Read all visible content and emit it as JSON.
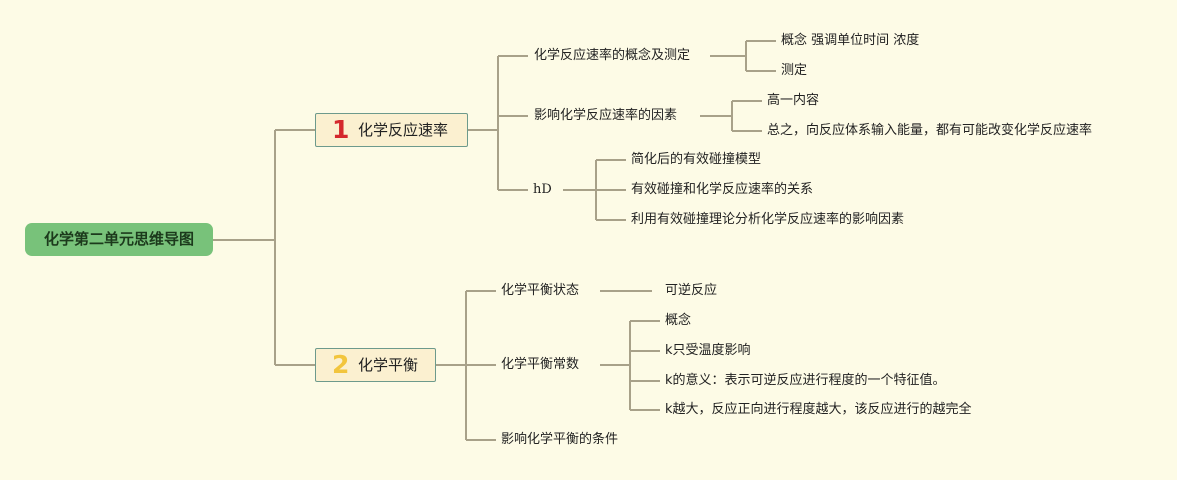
{
  "root": {
    "title": "化学第二单元思维导图"
  },
  "branch1": {
    "number": "1",
    "title": "化学反应速率",
    "number_color": "#d4282d",
    "children": [
      {
        "label": "化学反应速率的概念及测定",
        "items": [
          "概念 强调单位时间 浓度",
          "测定"
        ]
      },
      {
        "label": "影响化学反应速率的因素",
        "items": [
          "高一内容",
          "总之，向反应体系输入能量，都有可能改变化学反应速率"
        ]
      },
      {
        "label": "hD",
        "items": [
          "简化后的有效碰撞模型",
          "有效碰撞和化学反应速率的关系",
          "利用有效碰撞理论分析化学反应速率的影响因素"
        ]
      }
    ]
  },
  "branch2": {
    "number": "2",
    "title": "化学平衡",
    "number_color": "#f2c53d",
    "children": [
      {
        "label": "化学平衡状态",
        "items": [
          "可逆反应"
        ]
      },
      {
        "label": "化学平衡常数",
        "items": [
          "概念",
          "k只受温度影响",
          "k的意义：表示可逆反应进行程度的一个特征值。",
          "k越大，反应正向进行程度越大，该反应进行的越完全"
        ]
      },
      {
        "label": "影响化学平衡的条件",
        "items": []
      }
    ]
  },
  "colors": {
    "background": "#fdfbe6",
    "root_fill": "#78c27a",
    "branch_fill": "#fbf0d0",
    "line": "#a8a189"
  }
}
